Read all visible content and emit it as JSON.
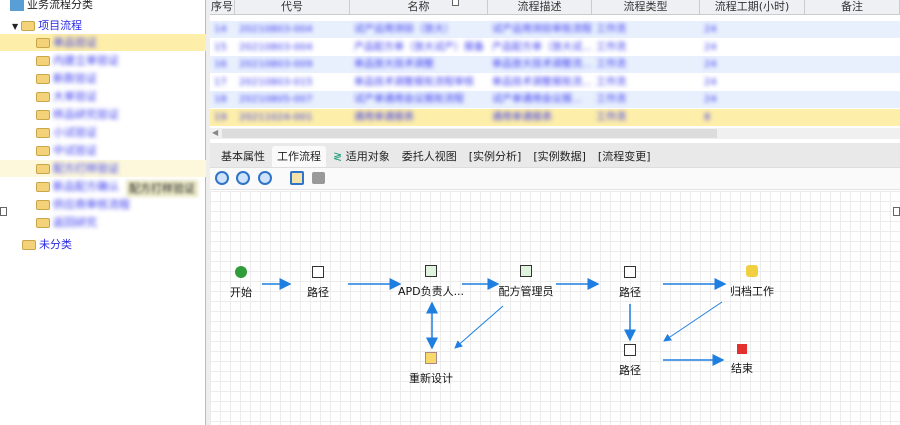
{
  "tree": {
    "root": "业务流程分类",
    "project": "项目流程",
    "children": [
      "单品验证",
      "内建立单验证",
      "新款验证",
      "大单验证",
      "样品研究验证",
      "小试验证",
      "中试验证",
      "配方打样验证",
      "新品配方确认",
      "供应商审核流程",
      "返回研究"
    ],
    "tooltip": "配方打样验证",
    "uncategorized": "未分类"
  },
  "table": {
    "columns": [
      "序号",
      "代号",
      "名称",
      "流程描述",
      "流程类型",
      "流程工期(小时)",
      "备注"
    ],
    "rows": [
      [
        "14",
        "20210803-004",
        "试产运用测验（放大）",
        "试产运用测验审批流程",
        "工作流",
        "24",
        ""
      ],
      [
        "15",
        "20210803-004",
        "产品配方单（放大试产）报备",
        "产品配方单（放大试...",
        "工作流",
        "24",
        ""
      ],
      [
        "16",
        "20210803-009",
        "单品放大技术调整",
        "单品放大技术调整流...",
        "工作流",
        "24",
        ""
      ],
      [
        "17",
        "20210803-015",
        "单品技术调整报批流程审核",
        "单品技术调整报批流...",
        "工作流",
        "24",
        ""
      ],
      [
        "18",
        "20210805-007",
        "试产单通用会议报批流程",
        "试产单通用会议报...",
        "工作流",
        "24",
        ""
      ],
      [
        "19",
        "20211024-001",
        "通用单通报表",
        "通用单通报表",
        "工作流",
        "8",
        ""
      ]
    ]
  },
  "tabs": [
    "基本属性",
    "工作流程",
    "适用对象",
    "委托人视图",
    "[实例分析]",
    "[实例数据]",
    "[流程变更]"
  ],
  "active_tab": "工作流程",
  "diagram": {
    "nodes": {
      "start": "开始",
      "path1": "路径",
      "apd": "APD负责人...",
      "formula": "配方管理员",
      "path2": "路径",
      "archive": "归档工作",
      "redesign": "重新设计",
      "path3": "路径",
      "end": "结束"
    }
  },
  "colors": {
    "arrow": "#1e7fe0",
    "selected": "#fdeeaa",
    "alt_row": "#e8f0fe"
  }
}
